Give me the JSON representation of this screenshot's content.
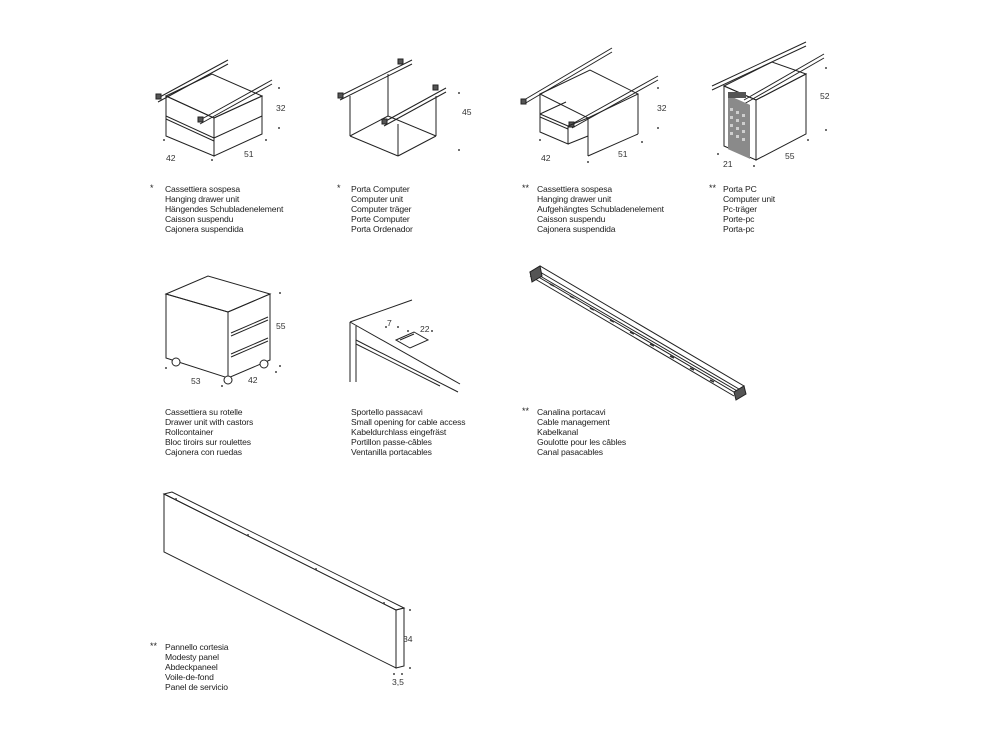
{
  "products": [
    {
      "marker": "*",
      "names": [
        "Cassettiera sospesa",
        "Hanging drawer unit",
        "Hängendes Schubladenelement",
        "Caisson suspendu",
        "Cajonera suspendida"
      ],
      "dims": [
        "32",
        "42",
        "51"
      ],
      "icon": "hanging-drawer-unit-drawing"
    },
    {
      "marker": "*",
      "names": [
        "Porta Computer",
        "Computer unit",
        "Computer träger",
        "Porte Computer",
        "Porta Ordenador"
      ],
      "dims": [
        "45"
      ],
      "icon": "computer-holder-drawing"
    },
    {
      "marker": "**",
      "names": [
        "Cassettiera sospesa",
        "Hanging drawer unit",
        "Aufgehängtes Schubladenelement",
        "Caisson suspendu",
        "Cajonera suspendida"
      ],
      "dims": [
        "32",
        "42",
        "51"
      ],
      "icon": "hanging-drawer-unit-drawing"
    },
    {
      "marker": "**",
      "names": [
        "Porta PC",
        "Computer unit",
        "Pc-träger",
        "Porte-pc",
        "Porta-pc"
      ],
      "dims": [
        "52",
        "21",
        "55"
      ],
      "icon": "pc-holder-drawing"
    },
    {
      "marker": "",
      "names": [
        "Cassettiera su rotelle",
        "Drawer unit with castors",
        "Rollcontainer",
        "Bloc tiroirs sur roulettes",
        "Cajonera con ruedas"
      ],
      "dims": [
        "55",
        "53",
        "42"
      ],
      "icon": "drawer-unit-castors-drawing"
    },
    {
      "marker": "",
      "names": [
        "Sportello passacavi",
        "Small opening for cable access",
        "Kabeldurchlass eingefräst",
        "Portillon passe-câbles",
        "Ventanilla portacables"
      ],
      "dims": [
        "7",
        "22"
      ],
      "icon": "cable-opening-drawing"
    },
    {
      "marker": "**",
      "names": [
        "Canalina portacavi",
        "Cable management",
        "Kabelkanal",
        "Goulotte pour les câbles",
        "Canal pasacables"
      ],
      "dims": [],
      "icon": "cable-tray-drawing"
    },
    {
      "marker": "**",
      "names": [
        "Pannello cortesia",
        "Modesty panel",
        "Abdeckpaneel",
        "Voile-de-fond",
        "Panel de servicio"
      ],
      "dims": [
        "34",
        "3,5"
      ],
      "icon": "modesty-panel-drawing"
    }
  ]
}
